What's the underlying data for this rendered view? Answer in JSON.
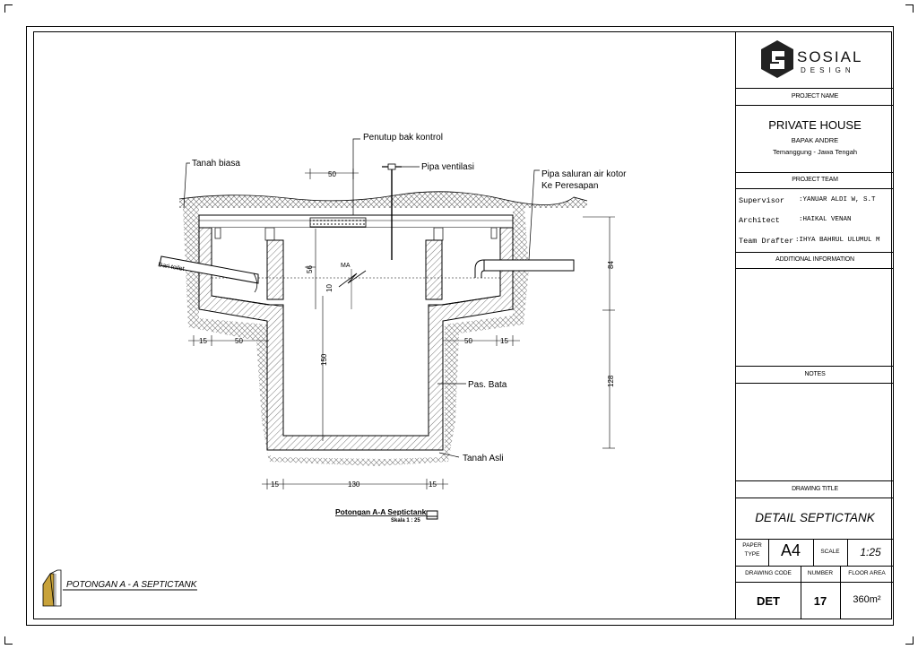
{
  "title_block": {
    "logo_main": "SOSIAL",
    "logo_sub": "DESIGN",
    "project_name_label": "PROJECT NAME",
    "project_name": "PRIVATE HOUSE",
    "client": "BAPAK ANDRE",
    "location": "Temanggung - Jawa Tengah",
    "project_team_label": "PROJECT TEAM",
    "team": [
      {
        "role": "Supervisor",
        "name": ":YANUAR ALDI W, S.T"
      },
      {
        "role": "Architect",
        "name": ":HAIKAL VENAN"
      },
      {
        "role": "Team Drafter",
        "name": ":IHYA BAHRUL ULUMUL M"
      }
    ],
    "additional_info_label": "ADDITIONAL INFORMATION",
    "notes_label": "NOTES",
    "drawing_title_label": "DRAWING TITLE",
    "drawing_title": "DETAIL SEPTICTANK",
    "paper_type_label_1": "PAPER",
    "paper_type_label_2": "TYPE",
    "paper_type": "A4",
    "scale_label": "SCALE",
    "scale": "1:25",
    "drawing_code_label": "DRAWING CODE",
    "number_label": "NUMBER",
    "floor_area_label": "FLOOR AREA",
    "drawing_code": "DET",
    "number": "17",
    "floor_area": "360m²"
  },
  "drawing": {
    "labels": {
      "penutup": "Penutup bak kontrol",
      "tanah_biasa": "Tanah biasa",
      "pipa_ventilasi": "Pipa ventilasi",
      "pipa_saluran_1": "Pipa saluran air kotor",
      "pipa_saluran_2": "Ke Peresapan",
      "dari_toilet": "Dari toilet",
      "ma": "MA",
      "pas_bata": "Pas. Bata",
      "tanah_asli": "Tanah Asli"
    },
    "dimensions": {
      "top_50": "50",
      "d56": "56",
      "d10": "10",
      "d150": "150",
      "d84": "84",
      "d128": "128",
      "left_15": "15",
      "left_50": "50",
      "right_50": "50",
      "right_15": "15",
      "bottom_15a": "15",
      "bottom_130": "130",
      "bottom_15b": "15"
    },
    "caption_title": "Potongan A-A Septictank",
    "caption_scale": "Skala 1 : 25",
    "sheet_title": "POTONGAN A - A SEPTICTANK"
  },
  "colors": {
    "line": "#000000",
    "hatch": "#555555",
    "dots": "#333333"
  }
}
